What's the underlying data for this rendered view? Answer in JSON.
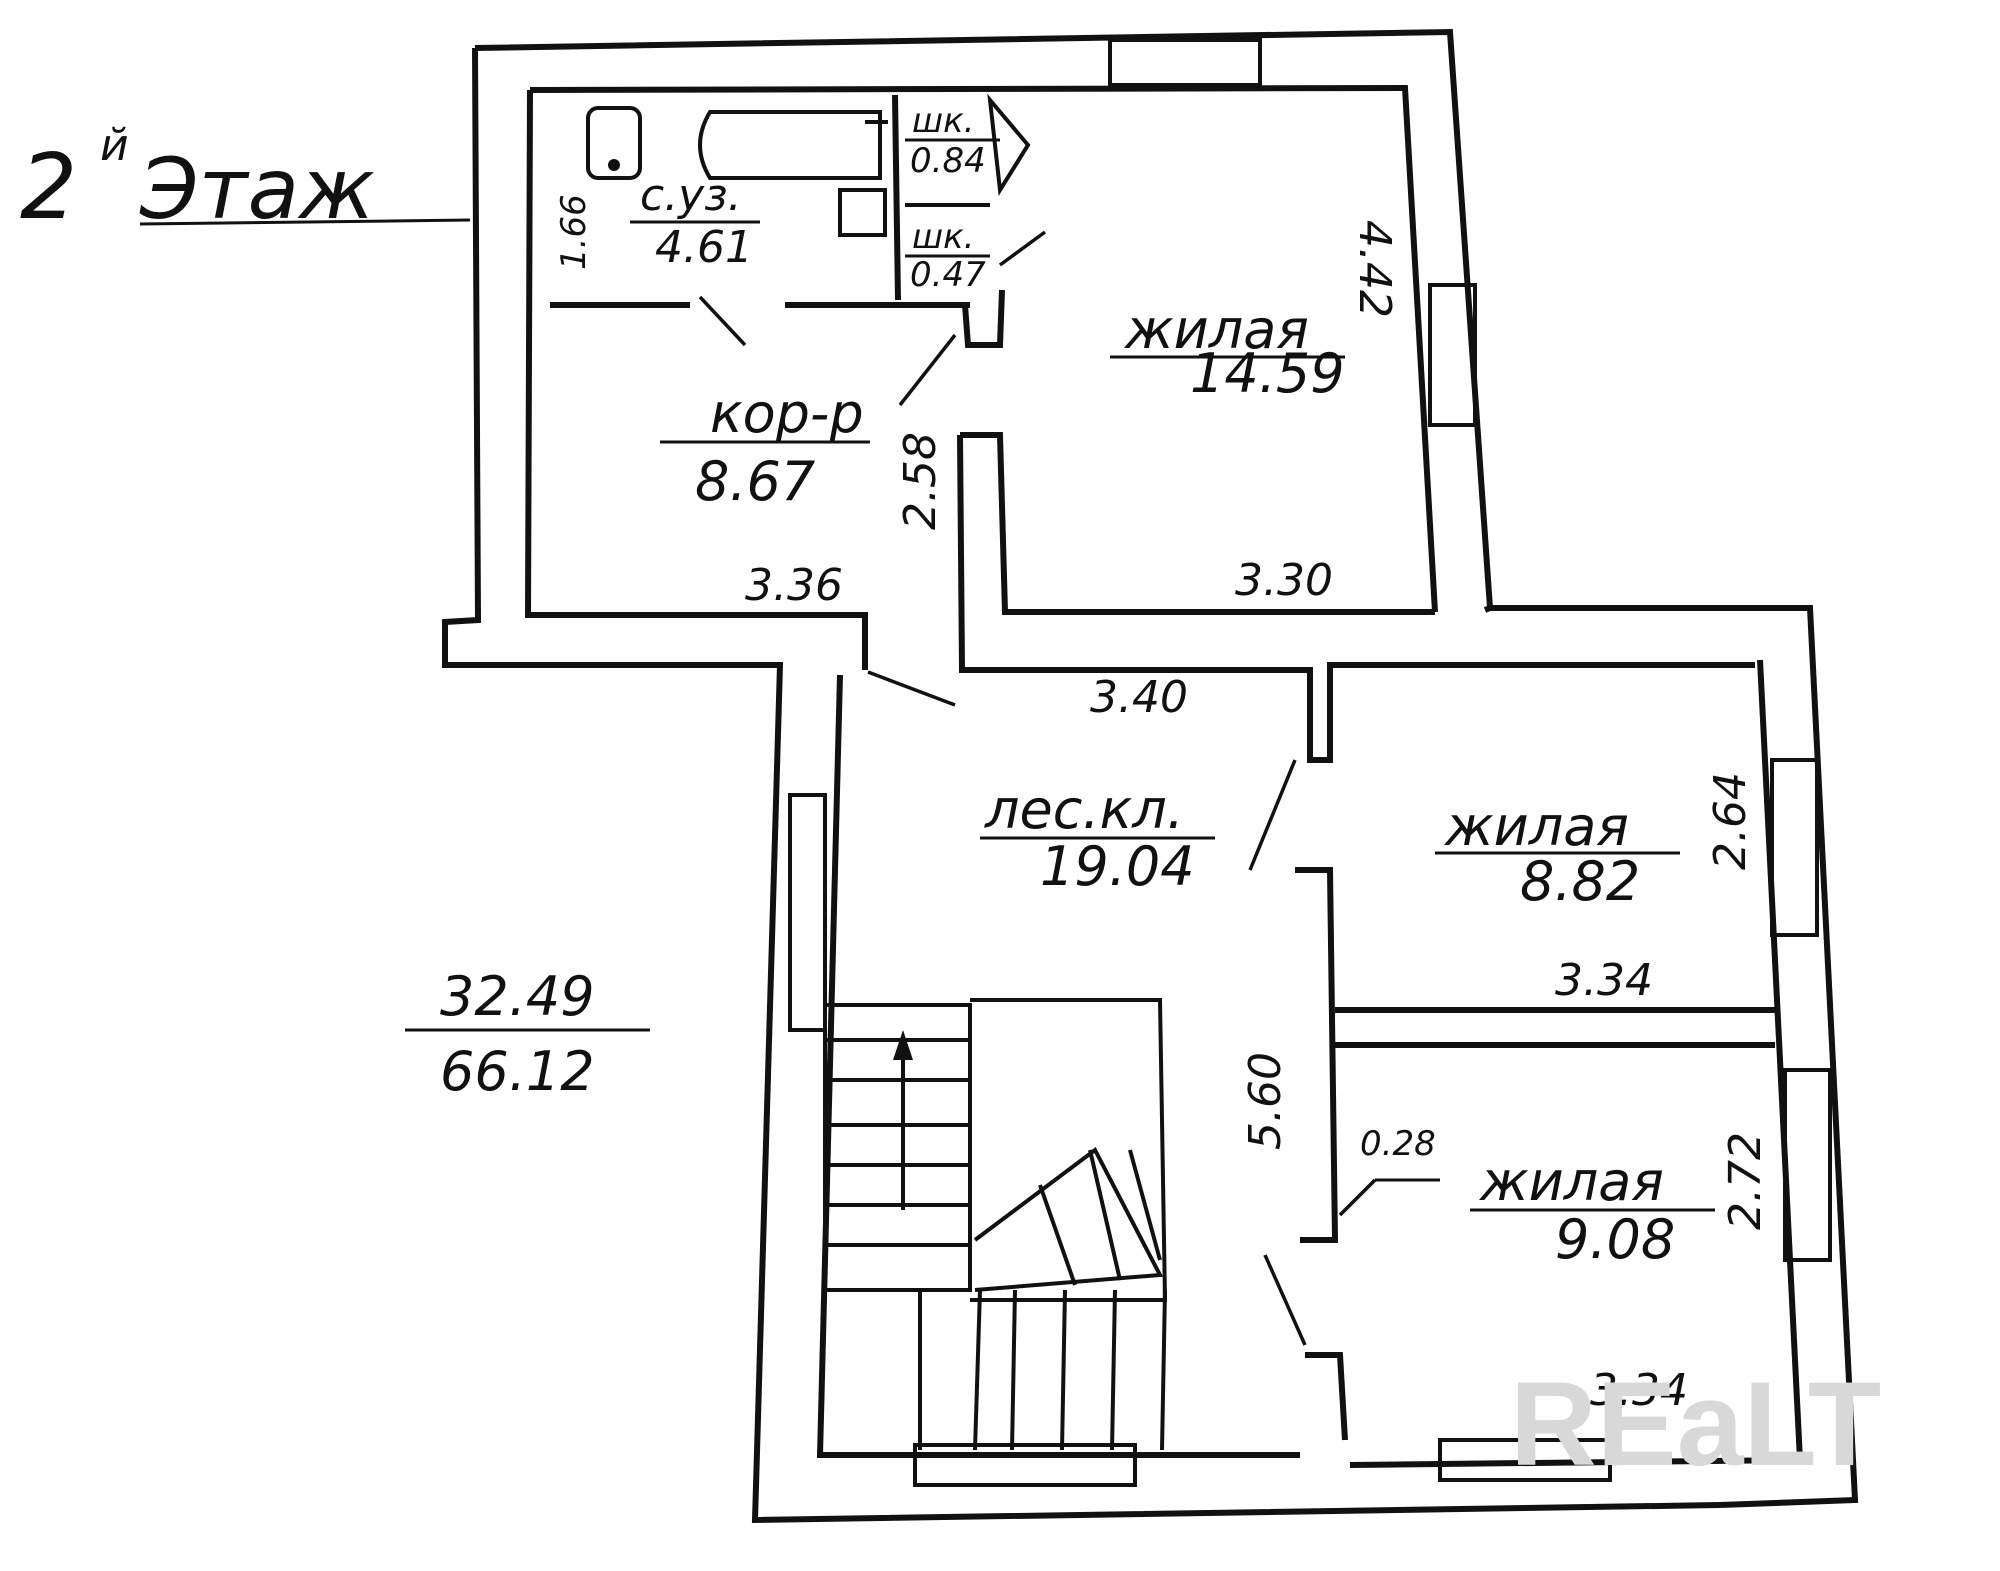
{
  "floor_label": "2 этаж",
  "floor_label_text": "2",
  "floor_label_sup": "й",
  "floor_label_word": "Этаж",
  "totals": {
    "living_area": "32.49",
    "total_area": "66.12"
  },
  "rooms": {
    "bathroom": {
      "name": "с.уз.",
      "area": "4.61",
      "dim_v": "1.66"
    },
    "closet1": {
      "name": "шк.",
      "area": "0.84"
    },
    "closet2": {
      "name": "шк.",
      "area": "0.47"
    },
    "corridor": {
      "name": "кор-р",
      "area": "8.67",
      "dim_h": "3.36",
      "dim_v": "2.58"
    },
    "living1": {
      "name": "жилая",
      "area": "14.59",
      "dim_h": "3.30",
      "dim_v": "4.42"
    },
    "stairwell": {
      "name": "лес.кл.",
      "area": "19.04",
      "dim_h": "3.40",
      "dim_v": "5.60"
    },
    "living2": {
      "name": "жилая",
      "area": "8.82",
      "dim_h": "3.34",
      "dim_v": "2.64"
    },
    "living3": {
      "name": "жилая",
      "area": "9.08",
      "dim_h": "3.34",
      "dim_v": "2.72"
    },
    "niche": {
      "area": "0.28"
    }
  },
  "watermark": "REaLT"
}
